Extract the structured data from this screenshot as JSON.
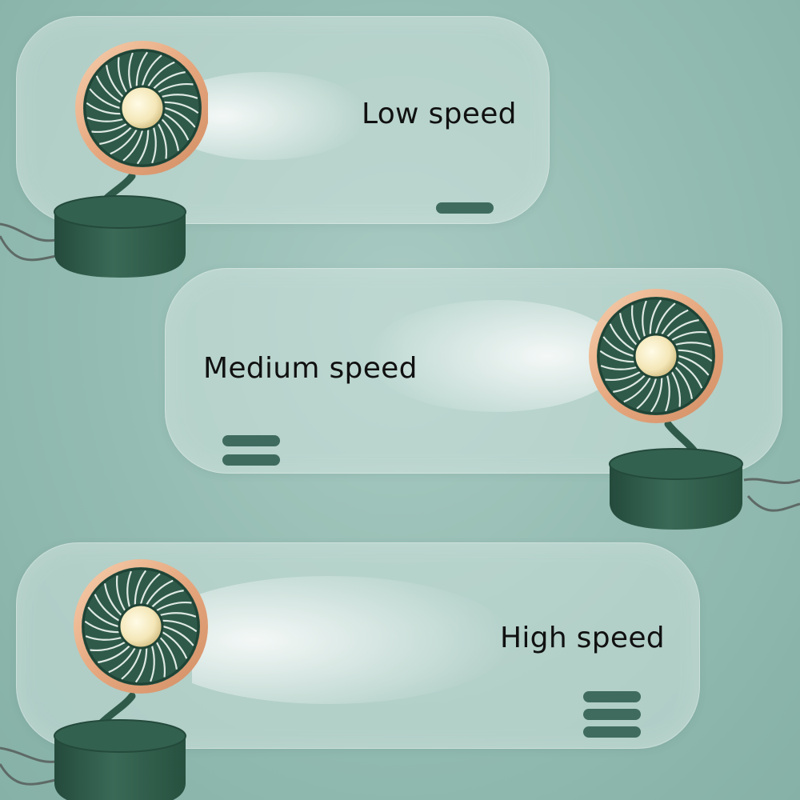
{
  "speeds": [
    {
      "label": "Low speed",
      "level": 1,
      "max_level": 3
    },
    {
      "label": "Medium speed",
      "level": 2,
      "max_level": 3
    },
    {
      "label": "High speed",
      "level": 3,
      "max_level": 3
    }
  ],
  "colors": {
    "background": "#93bbb1",
    "panel": "#cde1dc",
    "fan_body": "#2f5a4a",
    "fan_ring": "#e8b58e",
    "indicator": "#3f6b5e",
    "text": "#111111"
  }
}
